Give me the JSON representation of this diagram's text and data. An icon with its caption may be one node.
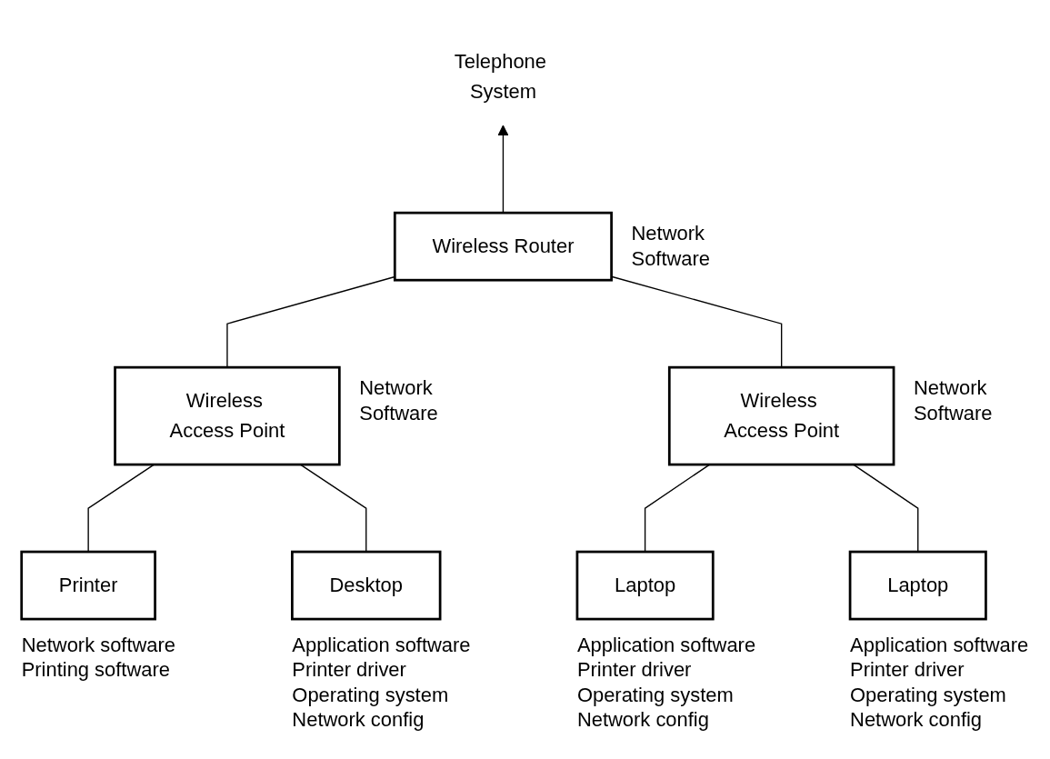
{
  "diagram": {
    "nodes": [
      {
        "text": [
          "Telephone System"
        ]
      },
      {
        "text": [
          "Wireless Router"
        ],
        "beside": [
          "Network Software"
        ]
      },
      {
        "text": [
          "Wireless Access Point"
        ],
        "beside": [
          "Network Software"
        ]
      },
      {
        "text": [
          "Wireless Access Point"
        ],
        "beside": [
          "Network Software"
        ]
      },
      {
        "text": [
          "Printer"
        ],
        "beside": [
          "Network software",
          "Printing software"
        ]
      },
      {
        "text": [
          "Desktop"
        ],
        "beside": [
          "Application software",
          "Printer driver",
          "Operating system",
          "Network config"
        ]
      },
      {
        "text": [
          "Laptop"
        ],
        "beside": [
          "Application software",
          "Printer driver",
          "Operating system",
          "Network config"
        ]
      },
      {
        "text": [
          "Laptop"
        ],
        "beside": [
          "Application software",
          "Printer driver",
          "Operating system",
          "Network config"
        ]
      }
    ],
    "edges": [
      {
        "from": 1,
        "to": 0,
        "arrow": "to"
      },
      {
        "from": 1,
        "to": 2,
        "arrow": "none"
      },
      {
        "from": 1,
        "to": 3,
        "arrow": "none"
      },
      {
        "from": 2,
        "to": 4,
        "arrow": "none"
      },
      {
        "from": 2,
        "to": 5,
        "arrow": "none"
      },
      {
        "from": 3,
        "to": 6,
        "arrow": "none"
      },
      {
        "from": 3,
        "to": 7,
        "arrow": "none"
      }
    ]
  }
}
